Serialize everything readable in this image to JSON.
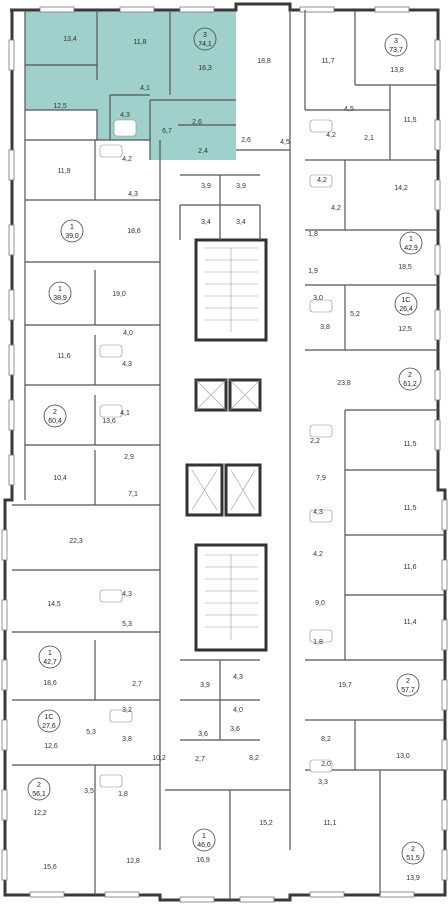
{
  "colors": {
    "highlight": "#9fd0cc",
    "wall": "#3a3a3a",
    "background": "#ffffff"
  },
  "highlighted_apartment": {
    "rooms": 3,
    "area": "74,1"
  },
  "apartments": [
    {
      "id": "a1",
      "rooms": "3",
      "area": "74,1"
    },
    {
      "id": "a2",
      "rooms": "3",
      "area": "73,7"
    },
    {
      "id": "a3",
      "rooms": "1",
      "area": "39,0"
    },
    {
      "id": "a4",
      "rooms": "1",
      "area": "42,9"
    },
    {
      "id": "a5",
      "rooms": "1",
      "area": "38,9"
    },
    {
      "id": "a6",
      "rooms": "1С",
      "area": "26,4"
    },
    {
      "id": "a7",
      "rooms": "2",
      "area": "60,4"
    },
    {
      "id": "a8",
      "rooms": "2",
      "area": "61,2"
    },
    {
      "id": "a9",
      "rooms": "1",
      "area": "42,7"
    },
    {
      "id": "a10",
      "rooms": "2",
      "area": "57,7"
    },
    {
      "id": "a11",
      "rooms": "1С",
      "area": "27,6"
    },
    {
      "id": "a12",
      "rooms": "2",
      "area": "56,1"
    },
    {
      "id": "a13",
      "rooms": "2",
      "area": "51,5"
    },
    {
      "id": "a14",
      "rooms": "1",
      "area": "46,6"
    }
  ],
  "rooms": {
    "r1": "13,4",
    "r2": "11,8",
    "r3": "16,3",
    "r4": "12,5",
    "r5": "4,1",
    "r6": "4,3",
    "r7": "6,7",
    "r8": "2,6",
    "r9": "2,4",
    "r10": "18,8",
    "r11": "2,6",
    "r12": "4,5",
    "r13": "11,7",
    "r14": "13,8",
    "r15": "4,5",
    "r16": "11,5",
    "r17": "4,2",
    "r18": "2,1",
    "r19": "4,2",
    "r20": "11,9",
    "r21": "4,3",
    "r22": "3,9",
    "r23": "3,9",
    "r24": "3,4",
    "r25": "3,4",
    "r26": "4,2",
    "r27": "14,2",
    "r28": "18,6",
    "r29": "4,2",
    "r30": "1,8",
    "r31": "18,5",
    "r32": "1,9",
    "r33": "19,0",
    "r34": "3,0",
    "r35": "5,2",
    "r36": "3,8",
    "r37": "12,5",
    "r38": "4,0",
    "r39": "11,6",
    "r40": "4,3",
    "r41": "23,8",
    "r42": "13,6",
    "r43": "4,1",
    "r44": "2,9",
    "r45": "2,2",
    "r46": "11,5",
    "r47": "10,4",
    "r48": "7,9",
    "r49": "7,1",
    "r50": "11,5",
    "r51": "22,3",
    "r52": "4,3",
    "r53": "4,2",
    "r54": "11,6",
    "r55": "14,5",
    "r56": "4,3",
    "r57": "9,0",
    "r58": "5,3",
    "r59": "11,4",
    "r60": "1,8",
    "r61": "18,6",
    "r62": "2,7",
    "r63": "3,9",
    "r64": "4,3",
    "r65": "4,0",
    "r66": "19,7",
    "r67": "3,2",
    "r68": "5,3",
    "r69": "3,8",
    "r70": "3,6",
    "r71": "3,6",
    "r72": "8,2",
    "r73": "12,6",
    "r74": "2,0",
    "r75": "13,0",
    "r76": "10,2",
    "r77": "3,3",
    "r78": "3,5",
    "r79": "1,8",
    "r80": "2,7",
    "r81": "8,2",
    "r82": "12,2",
    "r83": "16,9",
    "r84": "15,2",
    "r85": "11,1",
    "r86": "13,9",
    "r87": "15,6",
    "r88": "12,8"
  }
}
